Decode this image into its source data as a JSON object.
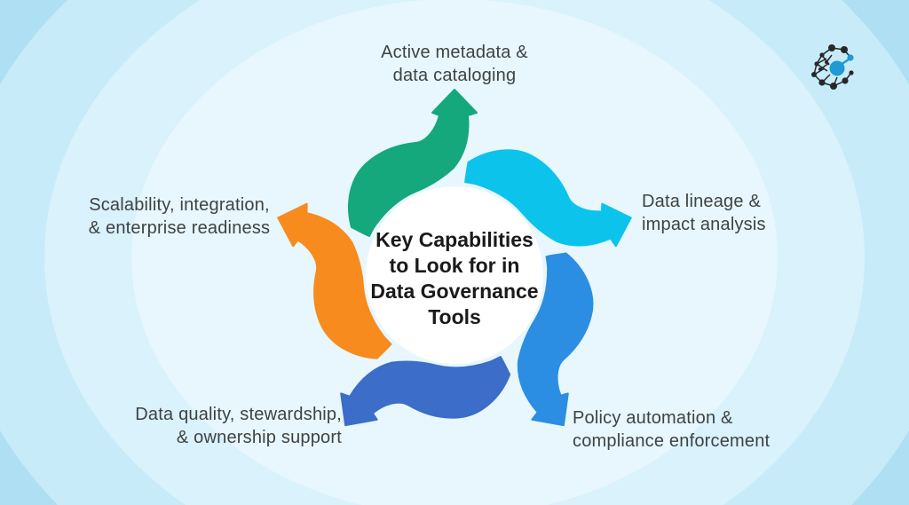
{
  "center": {
    "title": "Key Capabilities\nto Look for in\nData Governance\nTools",
    "circle_color": "#ffffff"
  },
  "capabilities": [
    {
      "label": "Active metadata &\ndata cataloging",
      "color": "#14a87c",
      "position": "top"
    },
    {
      "label": "Data lineage &\nimpact analysis",
      "color": "#0cc3eb",
      "position": "right"
    },
    {
      "label": "Policy automation &\ncompliance enforcement",
      "color": "#2b8ee2",
      "position": "bottom-right"
    },
    {
      "label": "Data quality, stewardship,\n& ownership support",
      "color": "#3b6dc9",
      "position": "bottom-left"
    },
    {
      "label": "Scalability, integration,\n& enterprise readiness",
      "color": "#f78b1e",
      "position": "left"
    }
  ],
  "logo": {
    "accent_color": "#1f9ad6",
    "node_color": "#27272a"
  },
  "background": {
    "ring_colors": [
      "#e7f7fd",
      "#d9f2fb",
      "#c7ebf8",
      "#aedff3"
    ]
  },
  "text_color": "#3f4244",
  "title_color": "#1a1a1a"
}
